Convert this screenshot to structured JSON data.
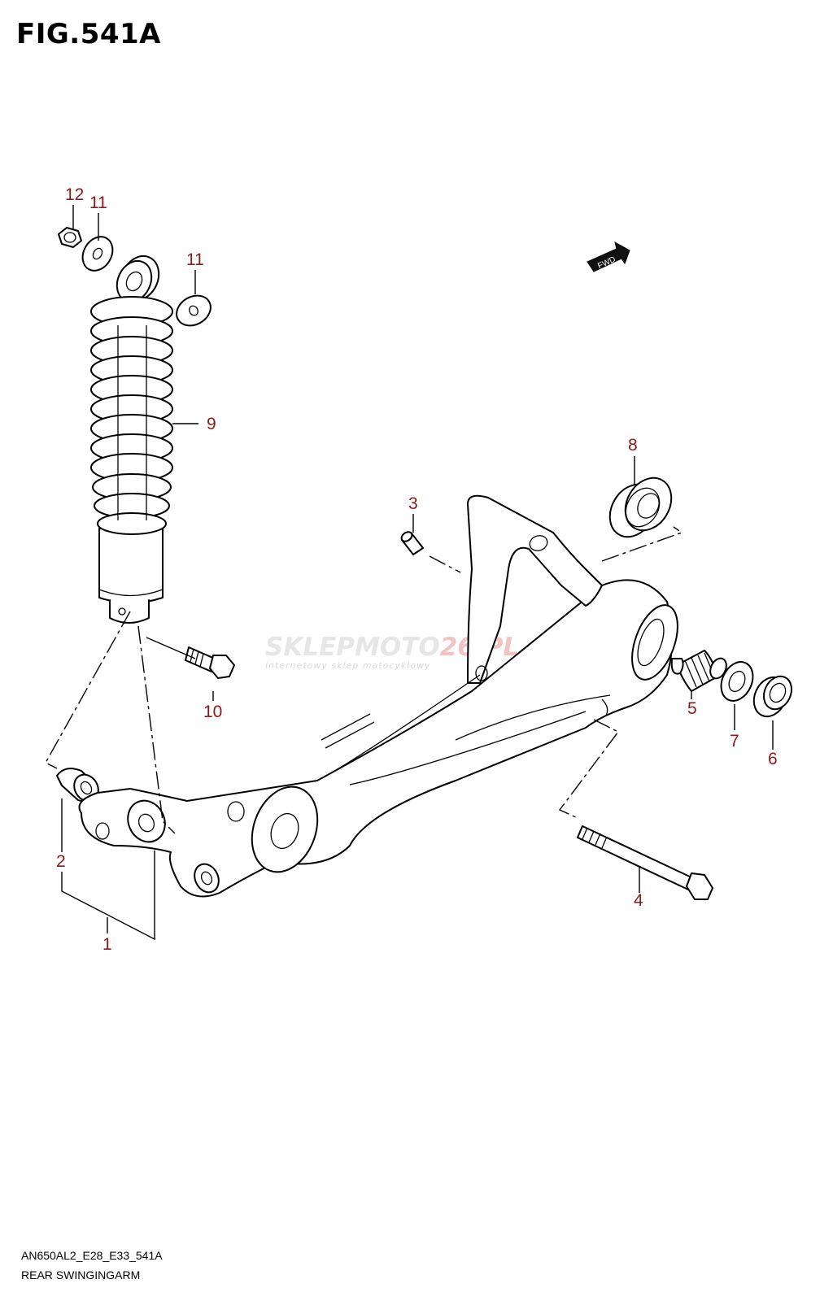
{
  "figure": {
    "title": "FIG.541A"
  },
  "callouts": {
    "c1": "1",
    "c2": "2",
    "c3": "3",
    "c4": "4",
    "c5": "5",
    "c6": "6",
    "c7": "7",
    "c8": "8",
    "c9": "9",
    "c10": "10",
    "c11a": "11",
    "c11b": "11",
    "c12": "12"
  },
  "fwd_label": "FWD",
  "watermark": {
    "brand_a": "SKLEP",
    "brand_b": "MOTO",
    "brand_c": "26.PL",
    "tagline": "internetowy sklep motocyklowy"
  },
  "footer": {
    "code": "AN650AL2_E28_E33_541A",
    "caption": "REAR SWINGINGARM"
  },
  "colors": {
    "callout": "#8b1a1a",
    "line": "#000000"
  }
}
